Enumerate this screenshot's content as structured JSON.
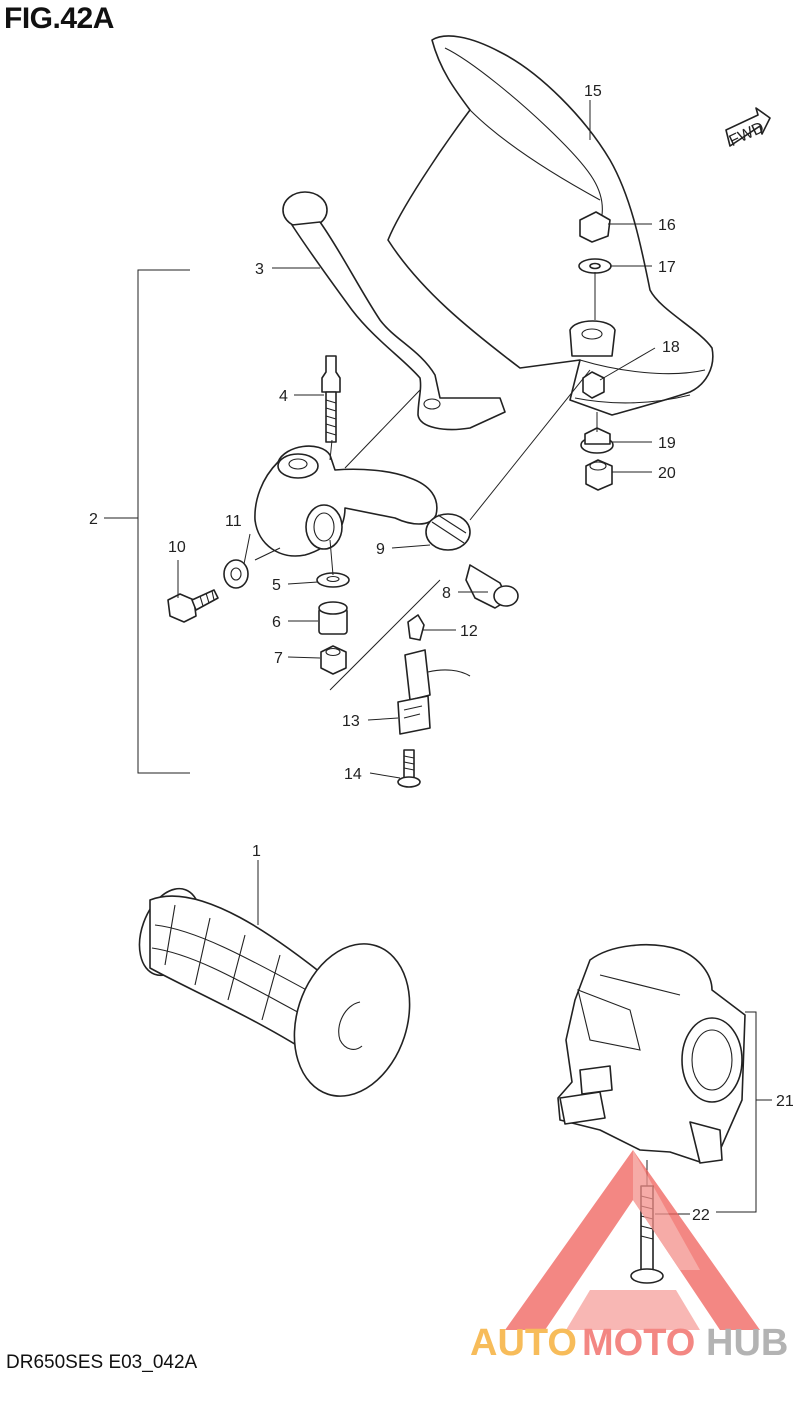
{
  "figure": {
    "title": "FIG.42A",
    "code": "DR650SES E03_042A"
  },
  "fwd_badge": "FWD",
  "callouts": [
    {
      "id": "1",
      "label": "1"
    },
    {
      "id": "2",
      "label": "2"
    },
    {
      "id": "3",
      "label": "3"
    },
    {
      "id": "4",
      "label": "4"
    },
    {
      "id": "5",
      "label": "5"
    },
    {
      "id": "6",
      "label": "6"
    },
    {
      "id": "7",
      "label": "7"
    },
    {
      "id": "8",
      "label": "8"
    },
    {
      "id": "9",
      "label": "9"
    },
    {
      "id": "10",
      "label": "10"
    },
    {
      "id": "11",
      "label": "11"
    },
    {
      "id": "12",
      "label": "12"
    },
    {
      "id": "13",
      "label": "13"
    },
    {
      "id": "14",
      "label": "14"
    },
    {
      "id": "15",
      "label": "15"
    },
    {
      "id": "16",
      "label": "16"
    },
    {
      "id": "17",
      "label": "17"
    },
    {
      "id": "18",
      "label": "18"
    },
    {
      "id": "19",
      "label": "19"
    },
    {
      "id": "20",
      "label": "20"
    },
    {
      "id": "21",
      "label": "21"
    },
    {
      "id": "22",
      "label": "22"
    }
  ],
  "watermark": {
    "part1": "AUTO",
    "part2": "MOTO",
    "part3": "HUB"
  },
  "colors": {
    "ink": "#222222",
    "watermark_red": "#f0605a",
    "watermark_orange": "#f5a623",
    "watermark_grey": "#9a9a9a"
  }
}
